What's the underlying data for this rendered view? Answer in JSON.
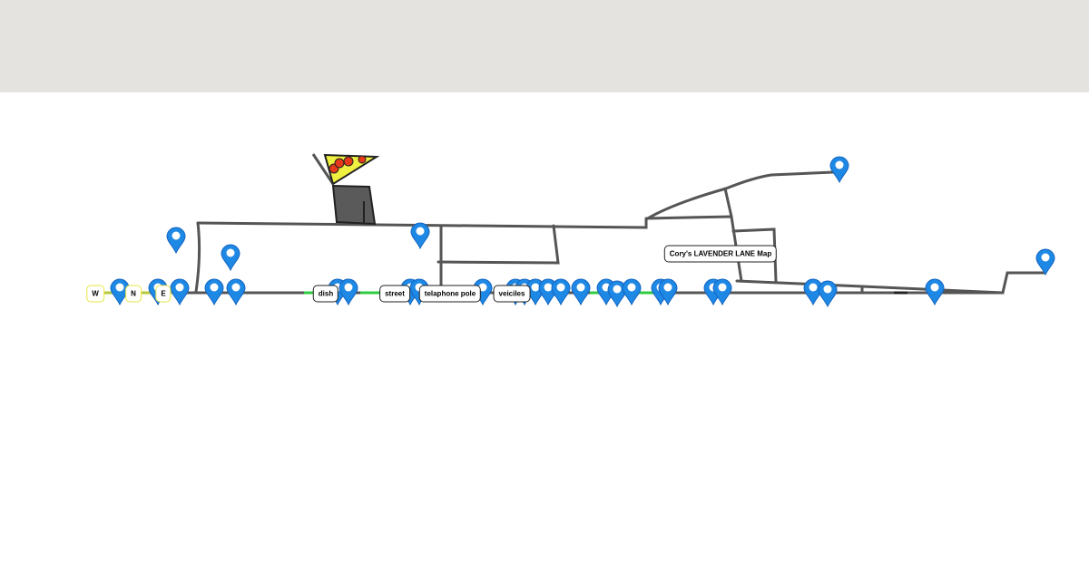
{
  "map_title": "Cory's LAVENDER LANE Map",
  "compass": [
    "W",
    "N",
    "E"
  ],
  "labels": [
    "dish",
    "street",
    "telaphone pole",
    "veiciles"
  ],
  "colors": {
    "road": "#555555",
    "green_path": "#2ecc40",
    "pin": "#1e88e5",
    "header": "#e4e3df"
  }
}
